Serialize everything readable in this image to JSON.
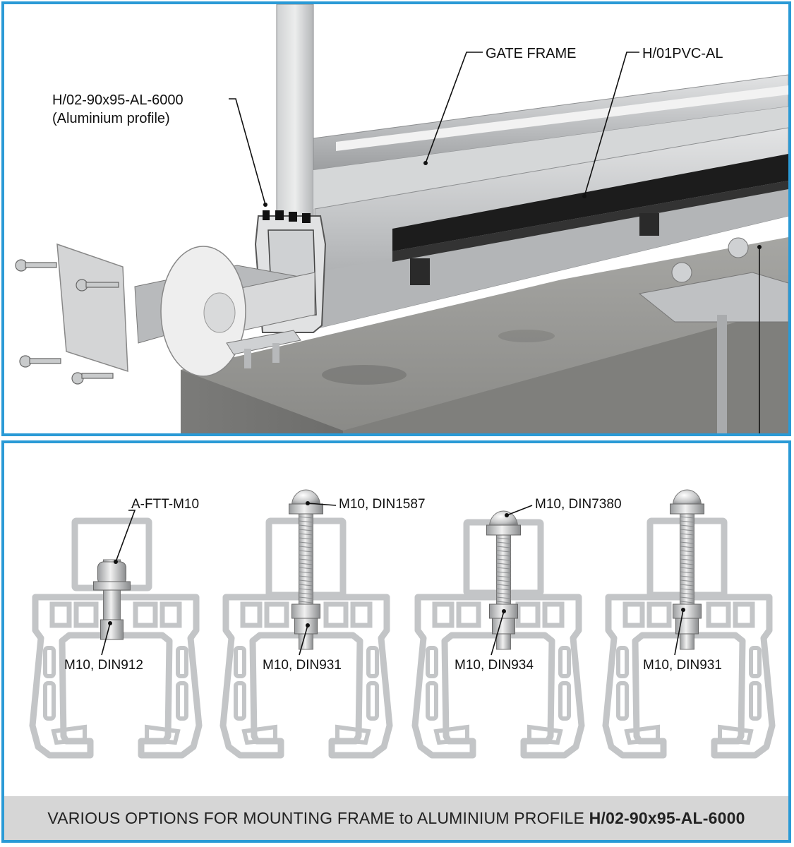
{
  "top": {
    "label_gate_frame": "GATE FRAME",
    "label_rack": "H/01PVC-AL",
    "label_profile_code": "H/02-90x95-AL-6000",
    "label_profile_name": "(Aluminium profile)"
  },
  "options": [
    {
      "top_label": "A-FTT-M10",
      "bottom_label": "M10, DIN912"
    },
    {
      "top_label": "M10, DIN1587",
      "bottom_label": "M10, DIN931"
    },
    {
      "top_label": "M10, DIN7380",
      "bottom_label": "M10, DIN934"
    },
    {
      "top_label": "",
      "bottom_label": "M10, DIN931"
    }
  ],
  "caption": {
    "text": "VARIOUS OPTIONS FOR MOUNTING FRAME to ALUMINIUM PROFILE ",
    "bold": "H/02-90x95-AL-6000"
  },
  "colors": {
    "border": "#2a9ad6",
    "aluminium": "#c9cbcc",
    "concrete": "#8e8e8c",
    "rack": "#1c1c1c",
    "caption_bg": "#d6d6d6"
  }
}
